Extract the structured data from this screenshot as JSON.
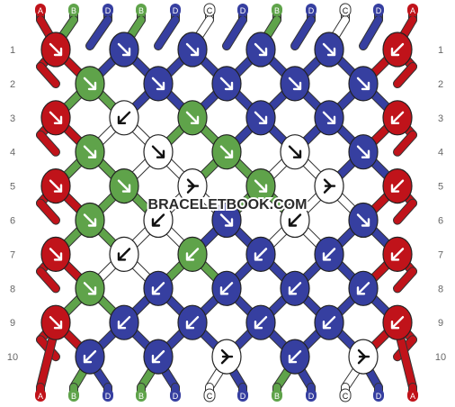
{
  "colors": {
    "A": "#c0131a",
    "B": "#5fa34a",
    "C": "#ffffff",
    "D": "#363fa0"
  },
  "threads_top": [
    "A",
    "B",
    "D",
    "B",
    "D",
    "C",
    "D",
    "B",
    "D",
    "C",
    "D",
    "A"
  ],
  "threads_bottom": [
    "A",
    "B",
    "D",
    "B",
    "D",
    "C",
    "D",
    "B",
    "D",
    "C",
    "D",
    "A"
  ],
  "row_labels": [
    "1",
    "2",
    "3",
    "4",
    "5",
    "6",
    "7",
    "8",
    "9",
    "10"
  ],
  "knots": [
    [
      "A",
      "fwd"
    ],
    [
      "D",
      "fwd"
    ],
    [
      "D",
      "fwd"
    ],
    [
      "D",
      "fwd"
    ],
    [
      "D",
      "fwd"
    ],
    [
      "A",
      "back"
    ],
    [
      "B",
      "fwd"
    ],
    [
      "D",
      "fwd"
    ],
    [
      "D",
      "fwd"
    ],
    [
      "D",
      "fwd"
    ],
    [
      "D",
      "fwd"
    ],
    [
      "A",
      "fwd"
    ],
    [
      "C",
      "back"
    ],
    [
      "B",
      "fwd"
    ],
    [
      "D",
      "fwd"
    ],
    [
      "D",
      "fwd"
    ],
    [
      "A",
      "back"
    ],
    [
      "B",
      "fwd"
    ],
    [
      "C",
      "fwd"
    ],
    [
      "B",
      "fwd"
    ],
    [
      "C",
      "fwd"
    ],
    [
      "D",
      "fwd"
    ],
    [
      "A",
      "fwd"
    ],
    [
      "B",
      "fwd"
    ],
    [
      "C",
      "fb"
    ],
    [
      "B",
      "fwd"
    ],
    [
      "C",
      "fb"
    ],
    [
      "A",
      "back"
    ],
    [
      "B",
      "fwd"
    ],
    [
      "C",
      "back"
    ],
    [
      "D",
      "fwd"
    ],
    [
      "C",
      "back"
    ],
    [
      "D",
      "fwd"
    ],
    [
      "A",
      "fwd"
    ],
    [
      "C",
      "back"
    ],
    [
      "B",
      "back"
    ],
    [
      "D",
      "back"
    ],
    [
      "D",
      "back"
    ],
    [
      "A",
      "back"
    ],
    [
      "B",
      "fwd"
    ],
    [
      "D",
      "back"
    ],
    [
      "D",
      "back"
    ],
    [
      "D",
      "back"
    ],
    [
      "D",
      "back"
    ],
    [
      "A",
      "fwd"
    ],
    [
      "D",
      "back"
    ],
    [
      "D",
      "back"
    ],
    [
      "D",
      "back"
    ],
    [
      "D",
      "back"
    ],
    [
      "A",
      "back"
    ],
    [
      "D",
      "back"
    ],
    [
      "D",
      "back"
    ],
    [
      "C",
      "fb"
    ],
    [
      "D",
      "back"
    ],
    [
      "C",
      "fb"
    ]
  ],
  "watermark": "BRACELETBOOK.COM"
}
